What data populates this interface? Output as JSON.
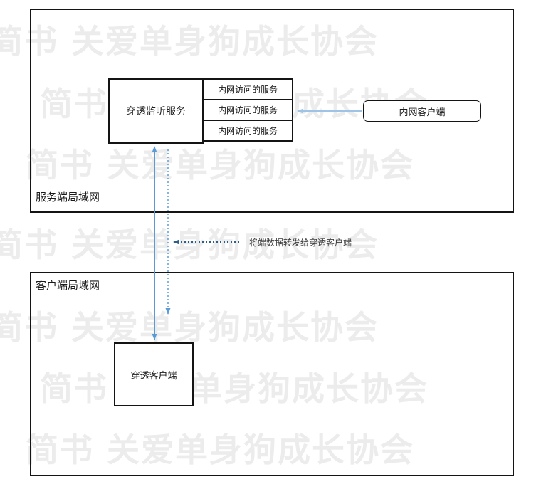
{
  "watermark": {
    "text": "简书 关爱单身狗成长协会"
  },
  "diagram": {
    "server_lan": {
      "label": "服务端局域网"
    },
    "client_lan": {
      "label": "客户端局域网"
    },
    "listen_service": {
      "label": "穿透监听服务"
    },
    "intranet_services": [
      "内网访问的服务",
      "内网访问的服务",
      "内网访问的服务"
    ],
    "intranet_client": {
      "label": "内网客户端"
    },
    "penetration_client": {
      "label": "穿透客户端"
    },
    "forward_label": "将端数据转发给穿透客户端"
  },
  "colors": {
    "arrow_blue": "#5b9bd5",
    "arrow_light_blue": "#9dc3e6",
    "arrow_dark_blue": "#2e5f8a",
    "watermark_gray": "#ececec",
    "border_black": "#141414"
  }
}
